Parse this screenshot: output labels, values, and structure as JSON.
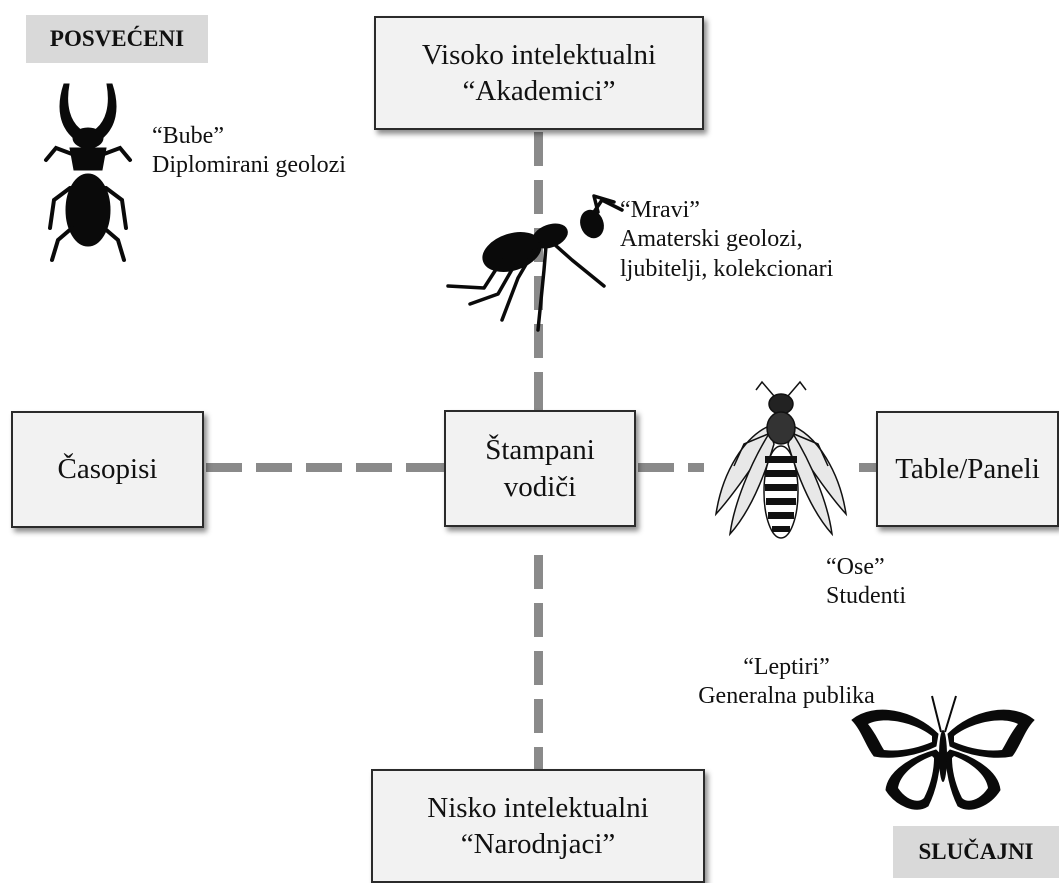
{
  "corners": {
    "top_left": "POSVEĆENI",
    "bottom_right": "SLUČAJNI"
  },
  "boxes": {
    "top": {
      "line1": "Visoko intelektualni",
      "line2": "“Akademici”"
    },
    "bottom": {
      "line1": "Nisko intelektualni",
      "line2": "“Narodnjaci”"
    },
    "left": {
      "line1": "Časopisi"
    },
    "center": {
      "line1": "Štampani",
      "line2": "vodiči"
    },
    "right": {
      "line1": "Table/Paneli"
    }
  },
  "groups": [
    {
      "icon": "beetle-icon",
      "name": "“Bube”",
      "desc": "Diplomirani geolozi"
    },
    {
      "icon": "ant-icon",
      "name": "“Mravi”",
      "desc1": "Amaterski geolozi,",
      "desc2": "ljubitelji, kolekcionari"
    },
    {
      "icon": "wasp-icon",
      "name": "“Ose”",
      "desc": "Studenti"
    },
    {
      "icon": "butterfly-icon",
      "name": "“Leptiri”",
      "desc": "Generalna publika"
    }
  ]
}
